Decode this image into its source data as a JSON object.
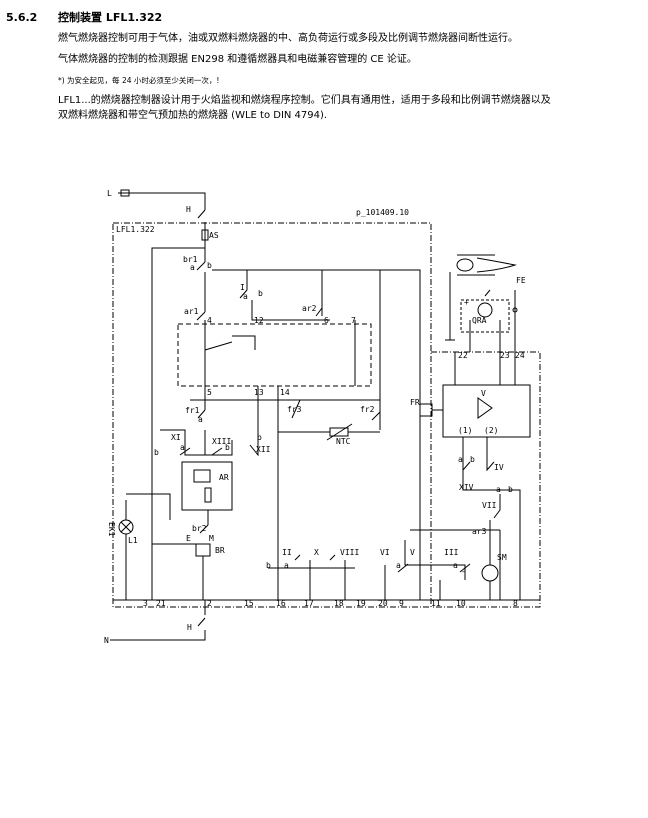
{
  "section": {
    "number": "5.6.2",
    "title": "控制装置 LFL1.322"
  },
  "paragraphs": [
    "燃气燃烧器控制可用于气体，油或双燃料燃烧器的中、高负荷运行或多段及比例调节燃烧器间断性运行。",
    "气体燃烧器的控制的检测跟据 EN298 和遵循燃器具和电磁兼容管理的 CE 论证。"
  ],
  "note": "*) 为安全起见，每 24 小时必须至少关闭一次，!",
  "description": [
    "LFL1...的燃烧器控制器设计用于火焰监视和燃烧程序控制。它们具有通用性，适用于多段和比例调节燃烧器以及",
    "双燃料燃烧器和带空气预加热的燃烧器 (WLE to DIN 4794)."
  ],
  "diagram": {
    "drawing_id": "p_101409.10",
    "device": "LFL1.322",
    "labels": {
      "L": "L",
      "H": "H",
      "N": "N",
      "AS": "AS",
      "br1": "br1",
      "ar1": "ar1",
      "I": "I",
      "ar2": "ar2",
      "fr1": "fr1",
      "fr3": "fr3",
      "fr2": "fr2",
      "FR": "FR",
      "V": "V",
      "NTC": "NTC",
      "QRA": "QRA",
      "FE": "FE",
      "XI": "XI",
      "XIII": "XIII",
      "XII": "XII",
      "AR": "AR",
      "XIV": "XIV",
      "IV": "IV",
      "VII": "VII",
      "ar3": "ar3",
      "EK1": "EK1",
      "L1": "L1",
      "br2": "br2",
      "E": "E",
      "M": "M",
      "BR": "BR",
      "II": "II",
      "X": "X",
      "VIII": "VIII",
      "VI": "VI",
      "III": "III",
      "SM": "SM",
      "a": "a",
      "b": "b",
      "plus": "+",
      "minus": "-",
      "amp1": "(1)",
      "amp2": "(2)"
    },
    "terminals_top": [
      "4",
      "12",
      "6",
      "7",
      "5",
      "13",
      "14"
    ],
    "terminals_right": [
      "22",
      "23",
      "24"
    ],
    "terminals_bottom": [
      "3",
      "21",
      "2",
      "15",
      "16",
      "17",
      "18",
      "19",
      "20",
      "9",
      "11",
      "10",
      "8"
    ]
  }
}
